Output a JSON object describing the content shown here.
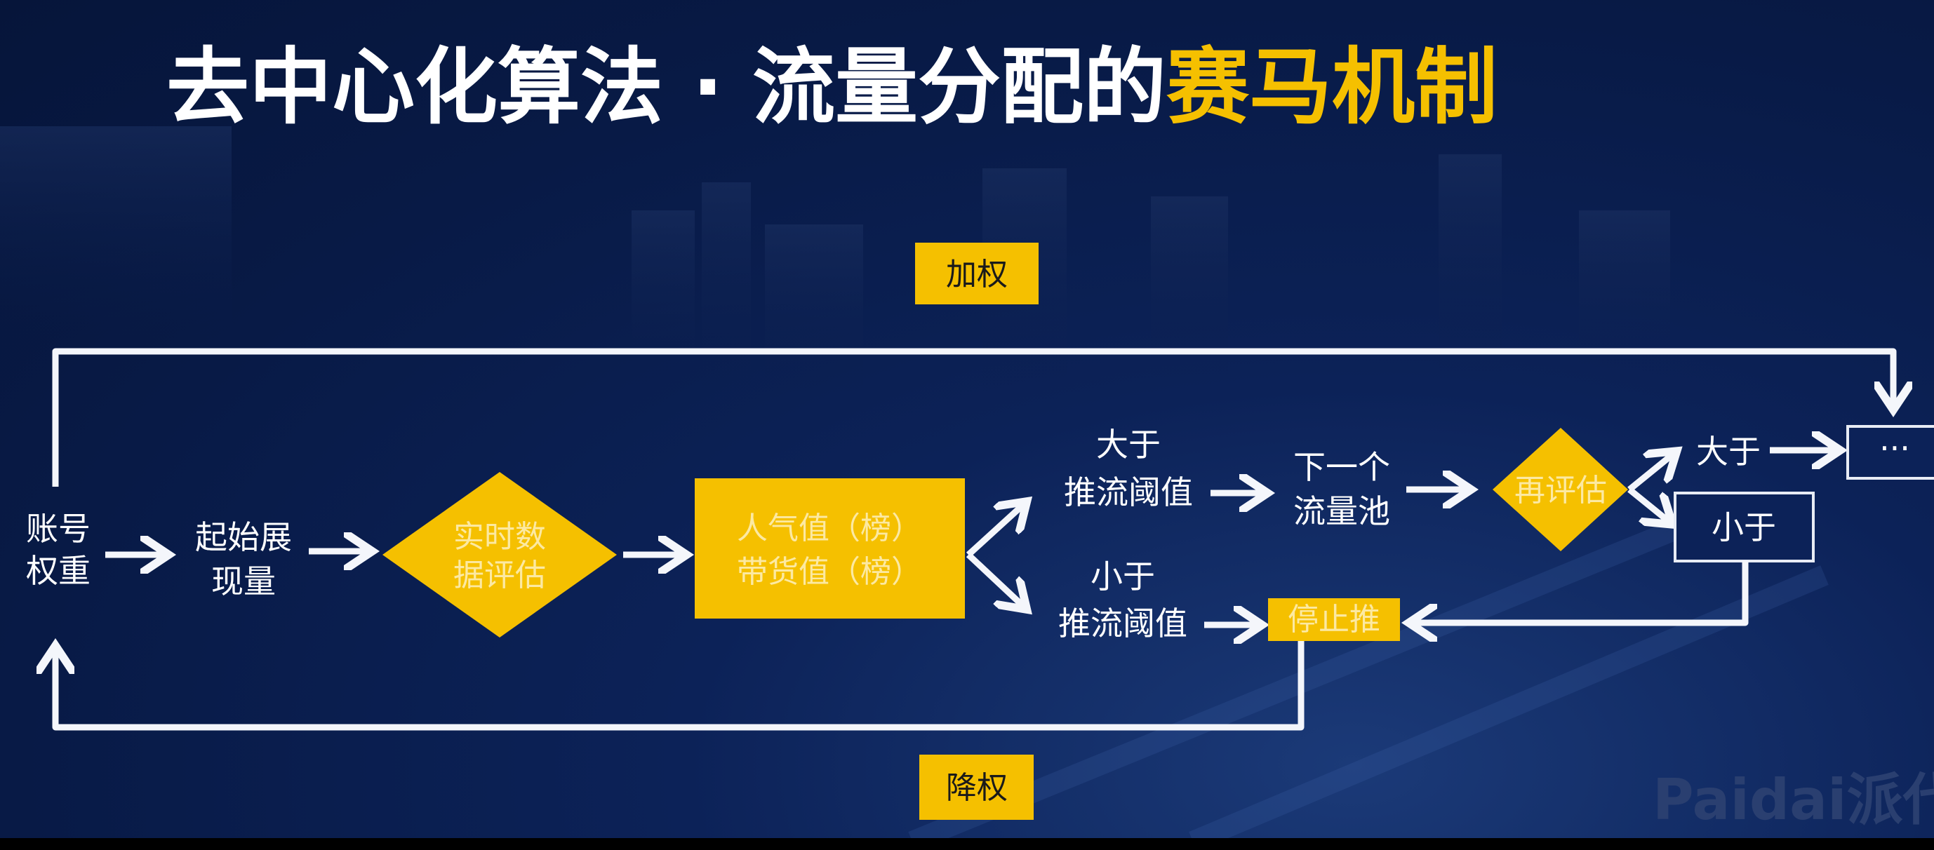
{
  "title": {
    "main": "去中心化算法 · 流量分配的",
    "highlight": "赛马机制"
  },
  "colors": {
    "background": "#0a1d4c",
    "accent": "#f5c000",
    "text": "#ffffff"
  },
  "nodes": {
    "account_weight": [
      "账号",
      "权重"
    ],
    "initial_exposure": [
      "起始展",
      "现量"
    ],
    "realtime_eval": [
      "实时数",
      "据评估"
    ],
    "popularity": [
      "人气值（榜）",
      "带货值（榜）"
    ],
    "above_threshold": [
      "大于",
      "推流阈值"
    ],
    "next_pool": [
      "下一个",
      "流量池"
    ],
    "below_threshold": [
      "小于",
      "推流阈值"
    ],
    "stop_push": "停止推",
    "re_eval": "再评估",
    "greater": "大于",
    "less": "小于",
    "more": "···"
  },
  "tags": {
    "weight_up": "加权",
    "weight_down": "降权"
  },
  "watermark": "Paidai派代"
}
